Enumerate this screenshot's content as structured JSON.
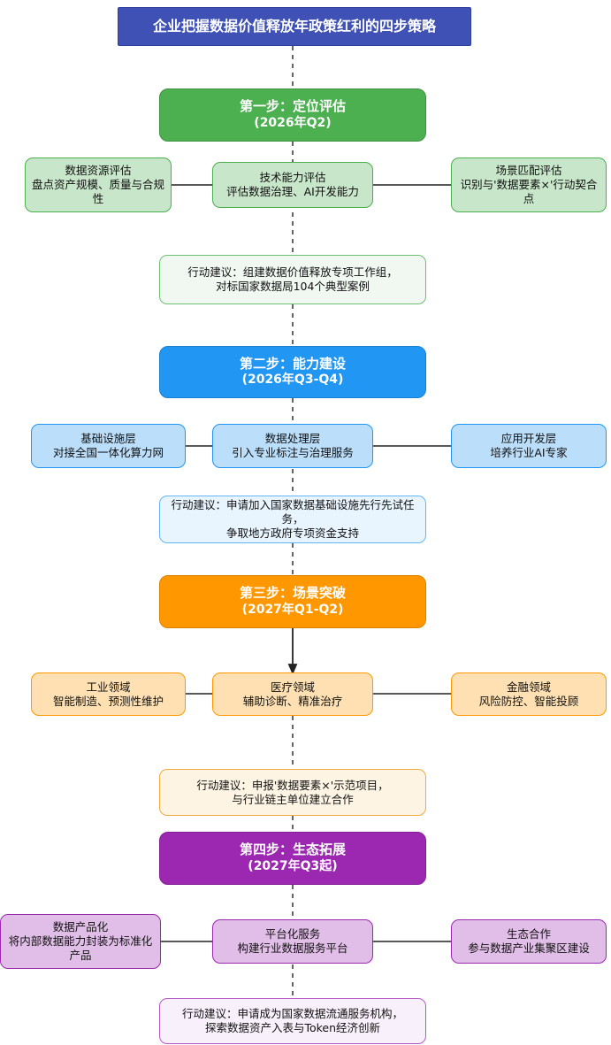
{
  "title": {
    "text": "企业把握数据价值释放年政策红利的四步策略",
    "bg": "#3F51B5"
  },
  "steps": [
    {
      "id": "step-1",
      "header_title": "第一步：定位评估",
      "header_period": "(2026年Q2)",
      "color": "#4CAF50",
      "leaves": [
        {
          "title": "数据资源评估",
          "detail": "盘点资产规模、质量与合规性"
        },
        {
          "title": "技术能力评估",
          "detail": "评估数据治理、AI开发能力"
        },
        {
          "title": "场景匹配评估",
          "detail": "识别与'数据要素×'行动契合点"
        }
      ],
      "advice_line1": "行动建议：组建数据价值释放专项工作组，",
      "advice_line2": "对标国家数据局104个典型案例"
    },
    {
      "id": "step-2",
      "header_title": "第二步：能力建设",
      "header_period": "(2026年Q3-Q4)",
      "color": "#2196F3",
      "leaves": [
        {
          "title": "基础设施层",
          "detail": "对接全国一体化算力网"
        },
        {
          "title": "数据处理层",
          "detail": "引入专业标注与治理服务"
        },
        {
          "title": "应用开发层",
          "detail": "培养行业AI专家"
        }
      ],
      "advice_line1": "行动建议：申请加入国家数据基础设施先行先试任务，",
      "advice_line2": "争取地方政府专项资金支持"
    },
    {
      "id": "step-3",
      "header_title": "第三步：场景突破",
      "header_period": "(2027年Q1-Q2)",
      "color": "#FF9800",
      "leaves": [
        {
          "title": "工业领域",
          "detail": "智能制造、预测性维护"
        },
        {
          "title": "医疗领域",
          "detail": "辅助诊断、精准治疗"
        },
        {
          "title": "金融领域",
          "detail": "风险防控、智能投顾"
        }
      ],
      "advice_line1": "行动建议：申报'数据要素×'示范项目，",
      "advice_line2": "与行业链主单位建立合作"
    },
    {
      "id": "step-4",
      "header_title": "第四步：生态拓展",
      "header_period": "(2027年Q3起)",
      "color": "#9C27B0",
      "leaves": [
        {
          "title": "数据产品化",
          "detail": "将内部数据能力封装为标准化产品"
        },
        {
          "title": "平台化服务",
          "detail": "构建行业数据服务平台"
        },
        {
          "title": "生态合作",
          "detail": "参与数据产业集聚区建设"
        }
      ],
      "advice_line1": "行动建议：申请成为国家数据流通服务机构，",
      "advice_line2": "探索数据资产入表与Token经济创新"
    }
  ]
}
